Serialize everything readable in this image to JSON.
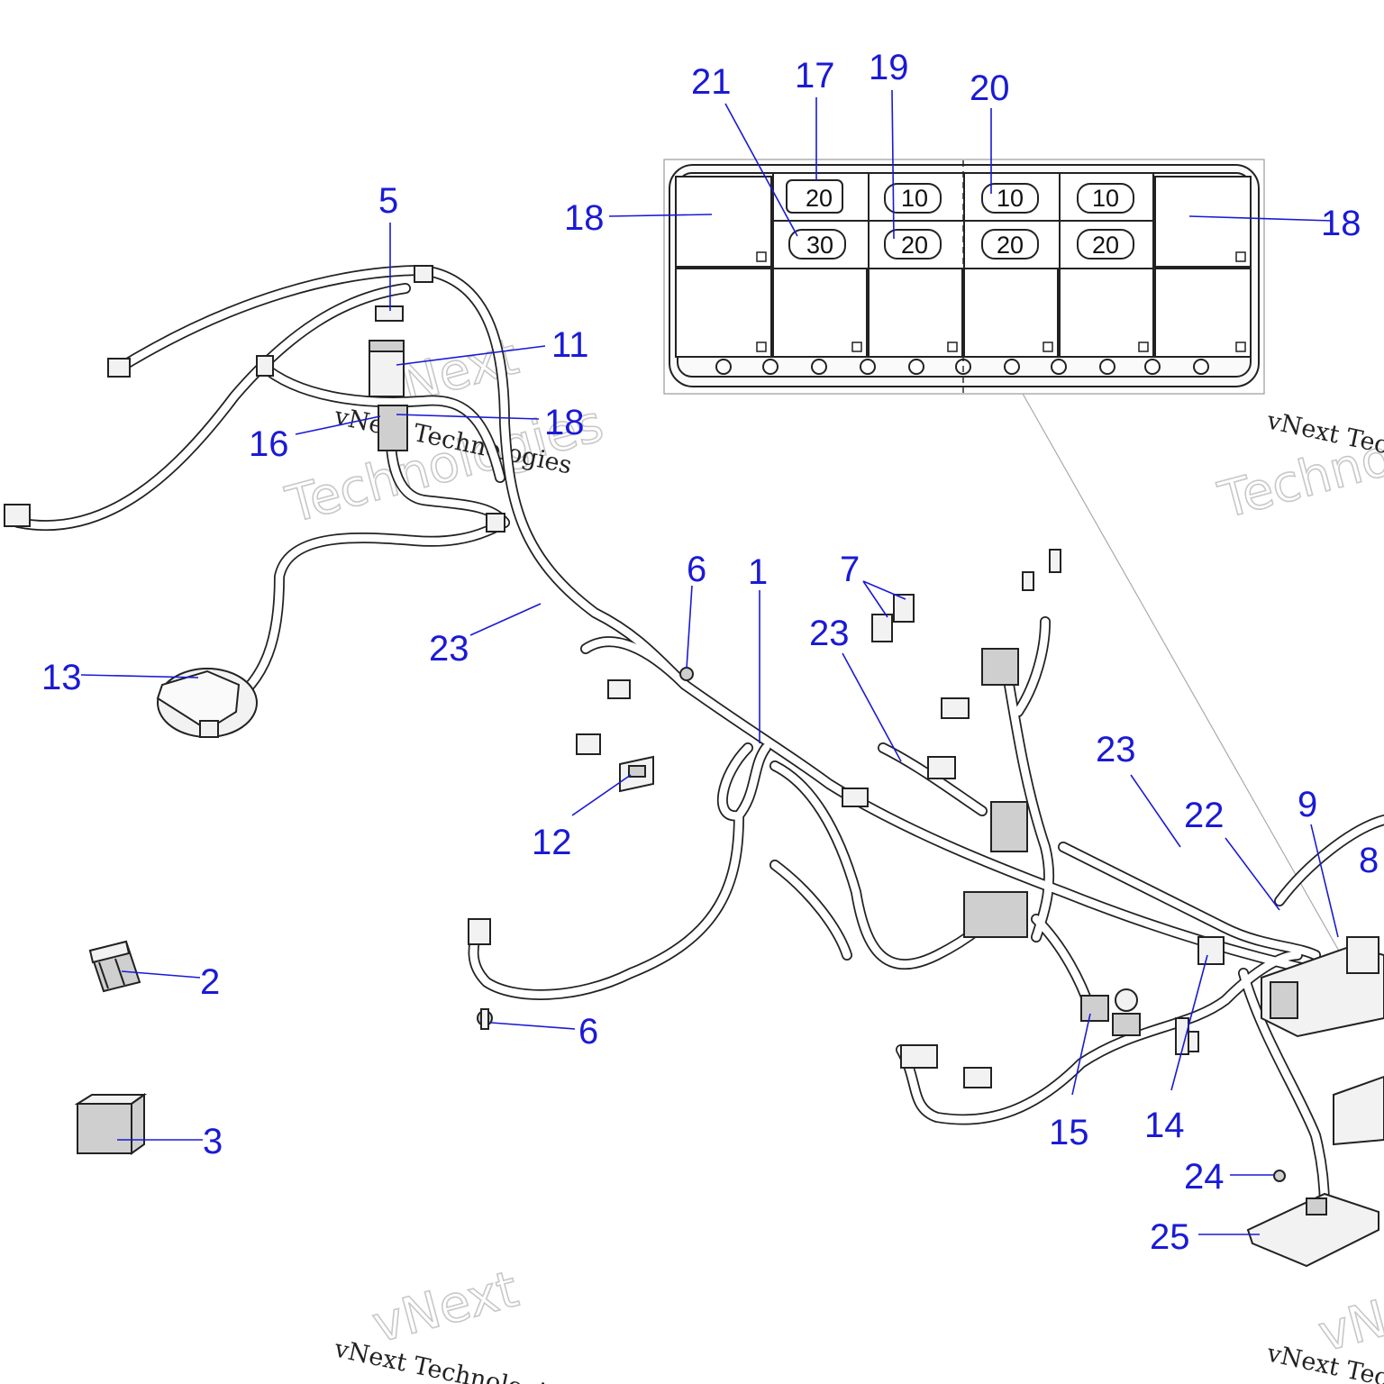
{
  "callouts": [
    {
      "id": "c1",
      "label": "1"
    },
    {
      "id": "c2",
      "label": "2"
    },
    {
      "id": "c3",
      "label": "3"
    },
    {
      "id": "c5",
      "label": "5"
    },
    {
      "id": "c6a",
      "label": "6"
    },
    {
      "id": "c6b",
      "label": "6"
    },
    {
      "id": "c7",
      "label": "7"
    },
    {
      "id": "c8",
      "label": "8"
    },
    {
      "id": "c9",
      "label": "9"
    },
    {
      "id": "c11",
      "label": "11"
    },
    {
      "id": "c12",
      "label": "12"
    },
    {
      "id": "c13",
      "label": "13"
    },
    {
      "id": "c14",
      "label": "14"
    },
    {
      "id": "c15",
      "label": "15"
    },
    {
      "id": "c16",
      "label": "16"
    },
    {
      "id": "c17",
      "label": "17"
    },
    {
      "id": "c18a",
      "label": "18"
    },
    {
      "id": "c18b",
      "label": "18"
    },
    {
      "id": "c18c",
      "label": "18"
    },
    {
      "id": "c19",
      "label": "19"
    },
    {
      "id": "c20",
      "label": "20"
    },
    {
      "id": "c21",
      "label": "21"
    },
    {
      "id": "c22",
      "label": "22"
    },
    {
      "id": "c23a",
      "label": "23"
    },
    {
      "id": "c23b",
      "label": "23"
    },
    {
      "id": "c23c",
      "label": "23"
    },
    {
      "id": "c24",
      "label": "24"
    },
    {
      "id": "c25",
      "label": "25"
    }
  ],
  "fuse_box": {
    "top_row": [
      "20",
      "10",
      "10",
      "10"
    ],
    "bottom_row": [
      "30",
      "20",
      "20",
      "20"
    ]
  },
  "watermark": {
    "script_text": "vNext Technologies",
    "outline_word_1": "vNext",
    "outline_word_2": "Technologies"
  }
}
